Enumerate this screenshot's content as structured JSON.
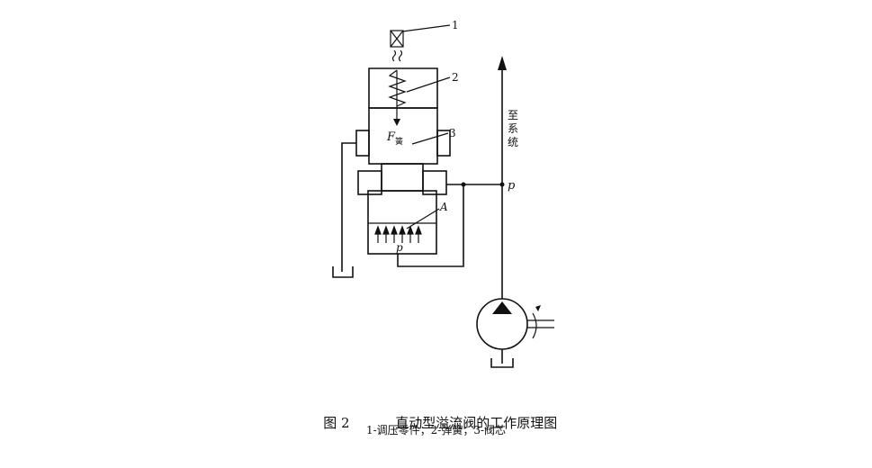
{
  "diagram": {
    "callouts": {
      "one": "1",
      "two": "2",
      "three": "3",
      "a": "A"
    },
    "spring_force_symbol": "F",
    "spring_force_subscript": "簧",
    "pressure_symbol_right": "p",
    "pressure_symbol_inner": "p",
    "to_system_label": [
      "至",
      "系",
      "统"
    ]
  },
  "caption": {
    "figure_number": "图 2",
    "title": "直动型溢流阀的工作原理图",
    "legend": "1-调压零件；2-弹簧；3-阀芯"
  }
}
